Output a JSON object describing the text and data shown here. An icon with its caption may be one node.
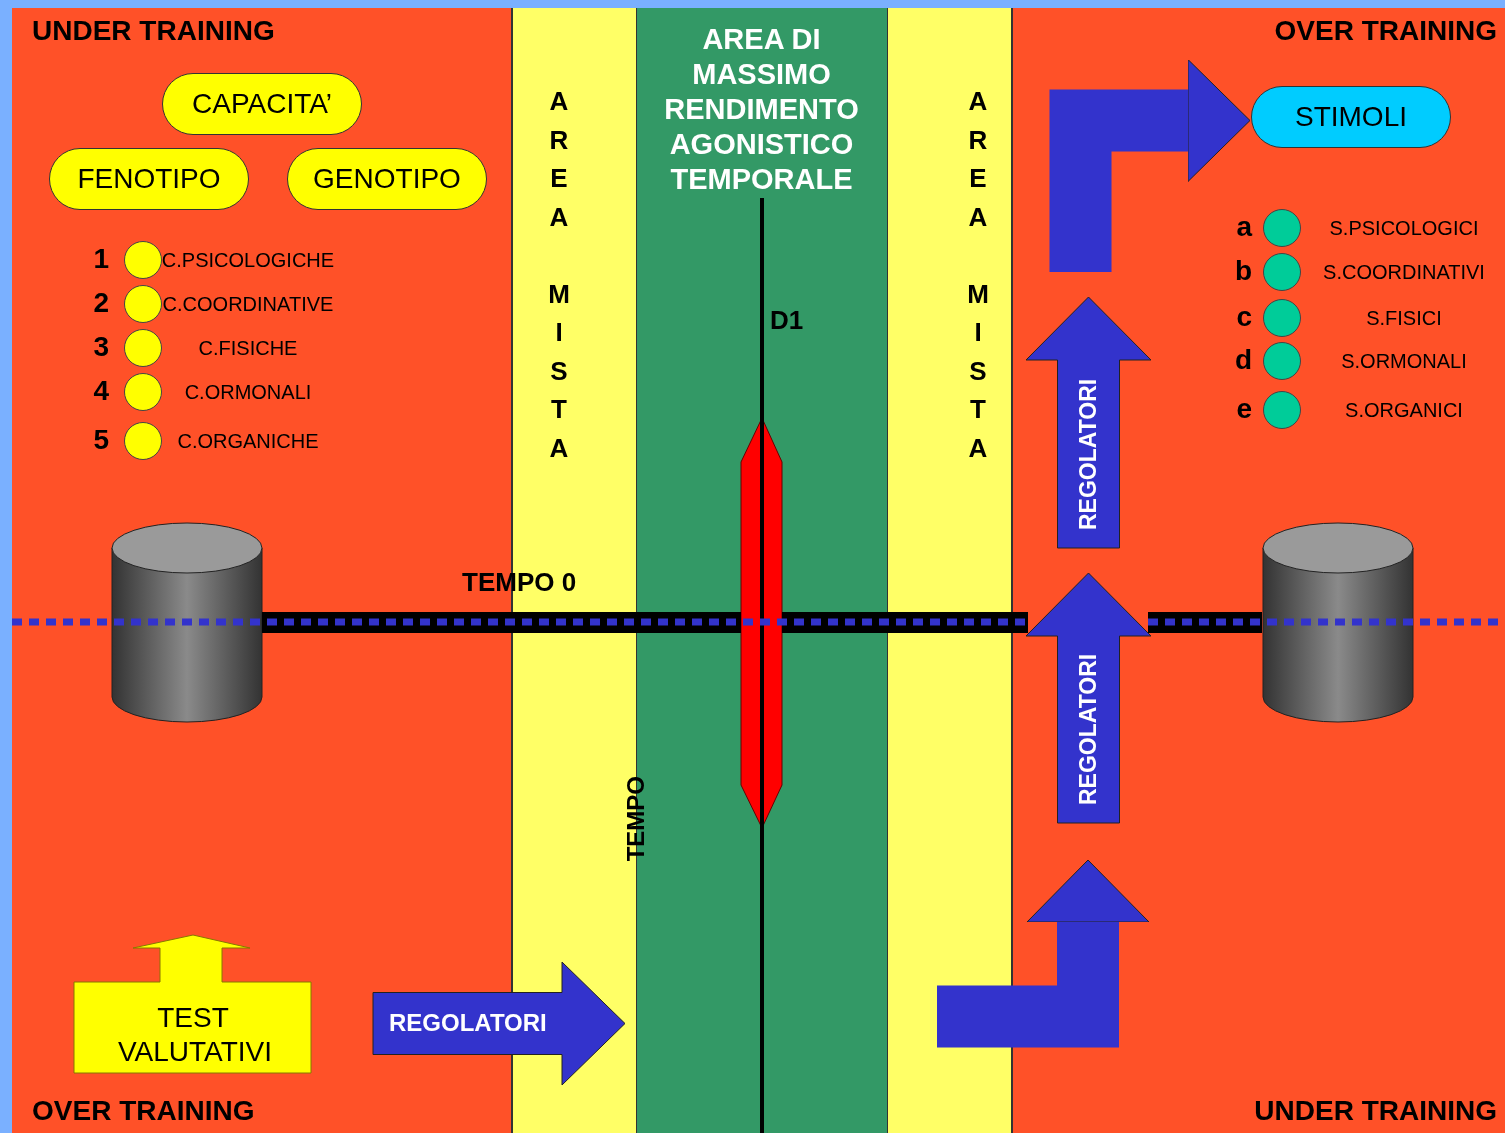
{
  "diagram": {
    "nodes": [
      {
        "text": [
          "UNDER TRAINING",
          "OVER TRAINING"
        ]
      },
      {
        "text": [
          "CAPACITA’"
        ],
        "in": 0
      },
      {
        "text": [
          "FENOTIPO"
        ],
        "in": 0
      },
      {
        "text": [
          "GENOTIPO"
        ],
        "in": 0
      },
      {
        "text": [],
        "shape": "circle",
        "in": 0,
        "beside": [
          "1",
          "C.PSICOLOGICHE"
        ]
      },
      {
        "text": [],
        "shape": "circle",
        "in": 0,
        "beside": [
          "2",
          "C.COORDINATIVE"
        ]
      },
      {
        "text": [],
        "shape": "circle",
        "in": 0,
        "beside": [
          "3",
          "C.FISICHE"
        ]
      },
      {
        "text": [],
        "shape": "circle",
        "in": 0,
        "beside": [
          "4",
          "C.ORMONALI"
        ]
      },
      {
        "text": [],
        "shape": "circle",
        "in": 0,
        "beside": [
          "5",
          "C.ORGANICHE"
        ]
      },
      {
        "text": [
          "AREA MISTA"
        ]
      },
      {
        "text": [
          "AREA DI MASSIMO RENDIMENTO AGONISTICO TEMPORALE"
        ]
      },
      {
        "text": [
          "AREA MISTA"
        ]
      },
      {
        "text": [
          "OVER TRAINING",
          "UNDER TRAINING"
        ]
      },
      {
        "text": [
          "STIMOLI"
        ],
        "in": 12
      },
      {
        "text": [],
        "shape": "circle",
        "in": 12,
        "beside": [
          "a",
          "S.PSICOLOGICI"
        ]
      },
      {
        "text": [],
        "shape": "circle",
        "in": 12,
        "beside": [
          "b",
          "S.COORDINATIVI"
        ]
      },
      {
        "text": [],
        "shape": "circle",
        "in": 12,
        "beside": [
          "c",
          "S.FISICI"
        ]
      },
      {
        "text": [],
        "shape": "circle",
        "in": 12,
        "beside": [
          "d",
          "S.ORMONALI"
        ]
      },
      {
        "text": [],
        "shape": "circle",
        "in": 12,
        "beside": [
          "e",
          "S.ORGANICI"
        ]
      },
      {
        "text": [
          "REGOLATORI"
        ],
        "in": 12
      },
      {
        "text": [],
        "shape": "cylinder",
        "in": 0
      },
      {
        "text": [
          "REGOLATORI"
        ],
        "in": 12
      },
      {
        "text": [],
        "shape": "cylinder",
        "in": 12
      },
      {
        "text": [
          "TEST VALUTATIVI"
        ],
        "in": 0
      },
      {
        "text": [
          "REGOLATORI"
        ]
      }
    ],
    "edges": [
      {
        "from": 19,
        "to": 13,
        "arrow": "to"
      },
      {
        "from": 11,
        "to": 21,
        "arrow": "to"
      }
    ],
    "labels": [
      "TEMPO 0",
      "D1",
      "TEMPO"
    ]
  }
}
